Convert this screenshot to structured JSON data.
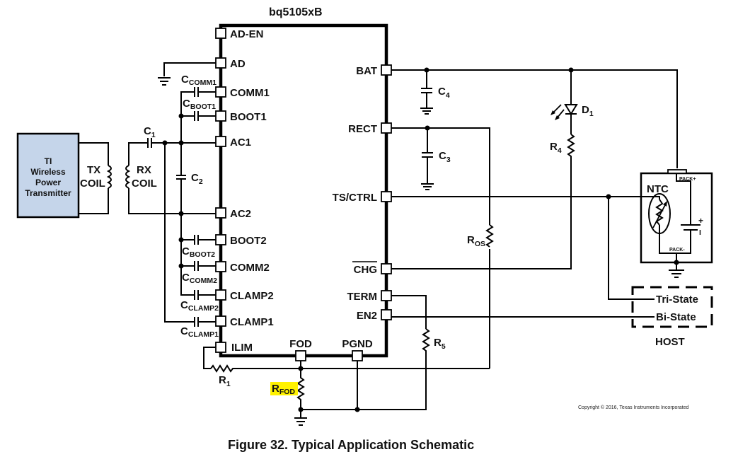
{
  "chip": {
    "name": "bq5105xB",
    "left_pins": [
      "AD-EN",
      "AD",
      "COMM1",
      "BOOT1",
      "AC1",
      "AC2",
      "BOOT2",
      "COMM2",
      "CLAMP2",
      "CLAMP1",
      "ILIM"
    ],
    "right_pins": [
      "BAT",
      "RECT",
      "TS/CTRL",
      "CHG",
      "TERM",
      "EN2"
    ],
    "bottom_pins": [
      "FOD",
      "PGND"
    ],
    "overlined_pins": [
      "AD-EN",
      "CHG"
    ]
  },
  "transmitter": {
    "lines": [
      "TI",
      "Wireless",
      "Power",
      "Transmitter"
    ],
    "fill_color": "#c5d5ea"
  },
  "coils": {
    "tx": [
      "TX",
      "COIL"
    ],
    "rx": [
      "RX",
      "COIL"
    ]
  },
  "components": {
    "C1": {
      "main": "C",
      "sub": "1"
    },
    "C2": {
      "main": "C",
      "sub": "2"
    },
    "C3": {
      "main": "C",
      "sub": "3"
    },
    "C4": {
      "main": "C",
      "sub": "4"
    },
    "CCOMM1": {
      "main": "C",
      "sub": "COMM1"
    },
    "CBOOT1": {
      "main": "C",
      "sub": "BOOT1"
    },
    "CBOOT2": {
      "main": "C",
      "sub": "BOOT2"
    },
    "CCOMM2": {
      "main": "C",
      "sub": "COMM2"
    },
    "CCLAMP2": {
      "main": "C",
      "sub": "CLAMP2"
    },
    "CCLAMP1": {
      "main": "C",
      "sub": "CLAMP1"
    },
    "R1": {
      "main": "R",
      "sub": "1"
    },
    "R4": {
      "main": "R",
      "sub": "4"
    },
    "R5": {
      "main": "R",
      "sub": "5"
    },
    "ROS": {
      "main": "R",
      "sub": "OS"
    },
    "RFOD": {
      "main": "R",
      "sub": "FOD",
      "highlight": "#fff200"
    },
    "D1": {
      "main": "D",
      "sub": "1"
    }
  },
  "battery_pack": {
    "ntc_label": "NTC",
    "pack_plus": "PACK+",
    "pack_minus": "PACK-",
    "plus_sign": "+",
    "minus_sign": "I"
  },
  "host": {
    "title": "HOST",
    "inputs": [
      "Tri-State",
      "Bi-State"
    ]
  },
  "copyright": "Copyright © 2016, Texas Instruments Incorporated",
  "caption": "Figure 32.  Typical Application Schematic"
}
